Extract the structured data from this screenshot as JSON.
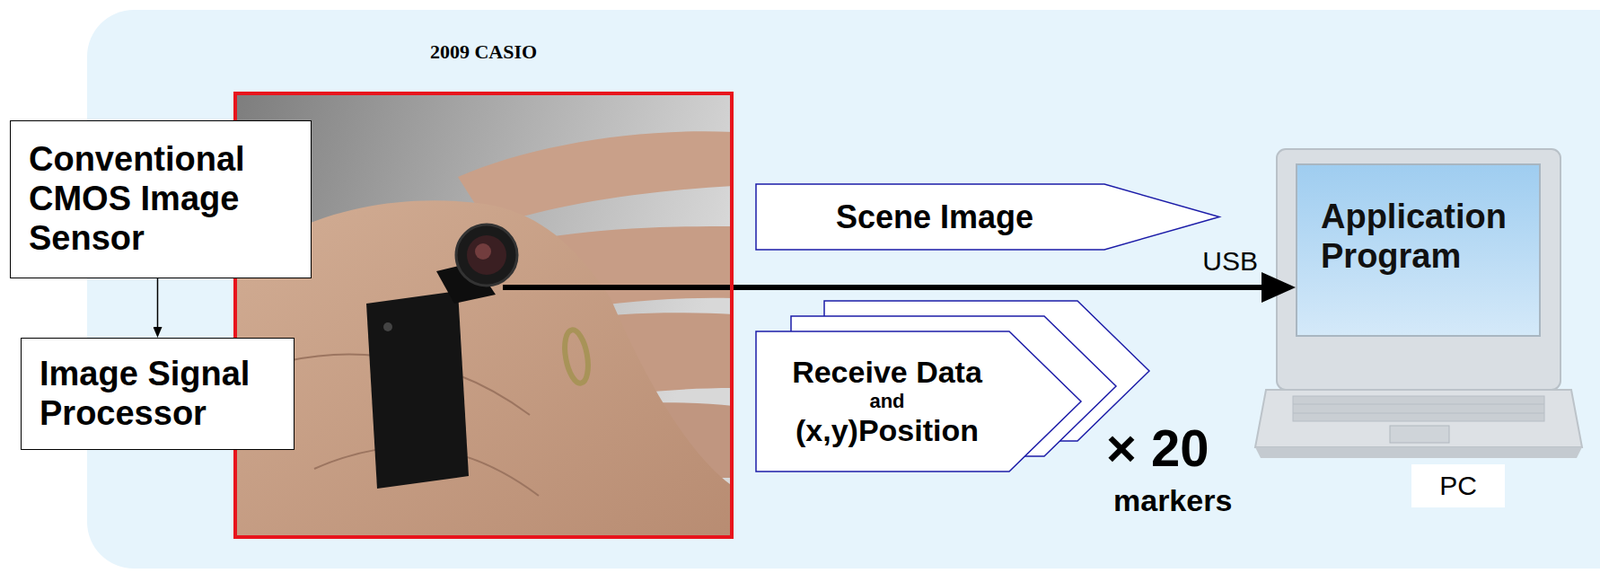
{
  "diagram": {
    "nodes": [
      {
        "text": [
          "Conventional CMOS Image Sensor"
        ]
      },
      {
        "text": [
          "Image Signal Processor"
        ]
      },
      {
        "text": [
          "2009 CASIO"
        ]
      },
      {
        "text": [
          "Scene Image"
        ]
      },
      {
        "text": [
          "Receive Data",
          "and",
          "(x,y)Position"
        ]
      },
      {
        "text": [
          "Application Program"
        ]
      },
      {
        "text": [
          "PC"
        ]
      }
    ],
    "edges": [
      {
        "from": 0,
        "to": 1,
        "arrow": "to"
      },
      {
        "from": 2,
        "to": 5,
        "arrow": "to",
        "label": "USB"
      }
    ],
    "labels": [
      "× 20",
      "markers"
    ]
  }
}
